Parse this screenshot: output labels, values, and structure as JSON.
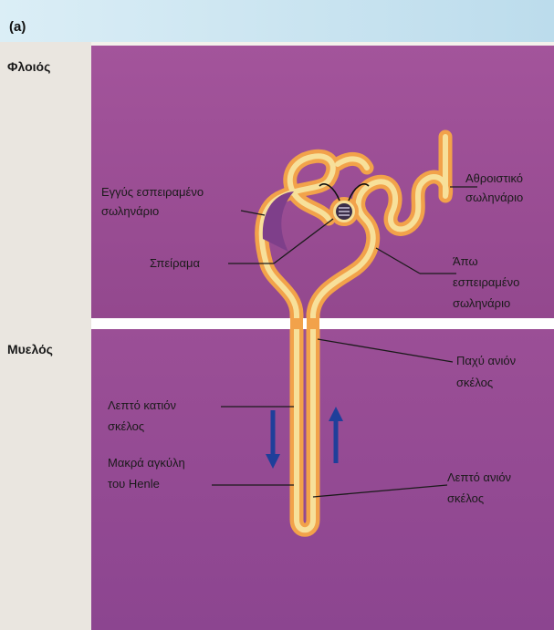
{
  "figure": {
    "panel_label": "(a)",
    "zones": {
      "cortex": "Φλοιός",
      "medulla": "Μυελός"
    },
    "labels": {
      "proximal_line1": "Εγγύς εσπειραμένο",
      "proximal_line2": "σωληνάριο",
      "glomerulus": "Σπείραμα",
      "collecting_line1": "Αθροιστικό",
      "collecting_line2": "σωληνάριο",
      "distal_line1": "Άπω",
      "distal_line2": "εσπειραμένο",
      "distal_line3": "σωληνάριο",
      "thick_ascending_line1": "Παχύ ανιόν",
      "thick_ascending_line2": "σκέλος",
      "thin_descending_line1": "Λεπτό κατιόν",
      "thin_descending_line2": "σκέλος",
      "loop_line1": "Μακρά αγκύλη",
      "loop_line2": "του Henle",
      "thin_ascending_line1": "Λεπτό ανιόν",
      "thin_ascending_line2": "σκέλος"
    },
    "colors": {
      "background_purple": "#9a4f93",
      "tubule_outer": "#f2a24a",
      "tubule_inner": "#f7e09a",
      "arrow_blue": "#1f3f9a",
      "header_band": "#d8ecf4"
    }
  }
}
